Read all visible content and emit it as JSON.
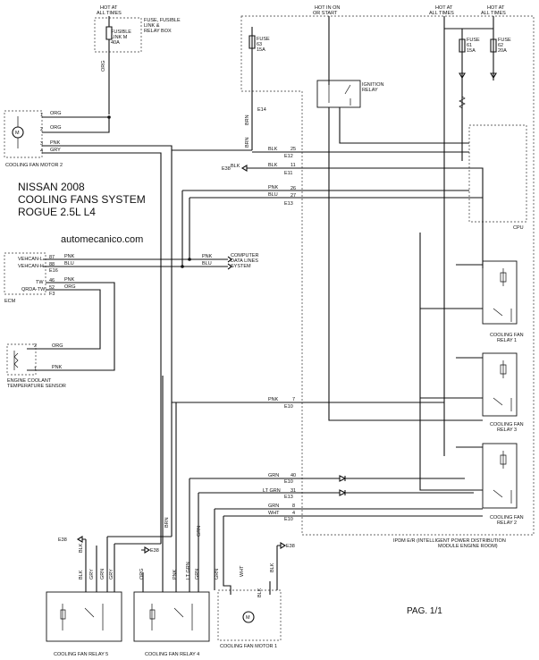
{
  "title": {
    "line1": "NISSAN 2008",
    "line2": "COOLING FANS SYSTEM",
    "line3": "ROGUE 2.5L L4"
  },
  "site": "automecanico.com",
  "page_label": "PAG. 1/1",
  "power": {
    "hot_at_all_times": "HOT AT\nALL TIMES",
    "hot_in_on_or_start": "HOT IN ON\nOR START"
  },
  "labels": {
    "fuse_fusible_box": "FUSE, FUSIBLE\nLINK &\nRELAY BOX",
    "fusible_link_m": "FUSIBLE\nLINK M\n40A",
    "fuse_63": "FUSE\n63\n15A",
    "fuse_61": "FUSE\n61\n15A",
    "fuse_62": "FUSE\n62\n20A",
    "ignition_relay": "IGNITION\nRELAY",
    "cpu": "CPU",
    "cooling_fan_motor_2": "COOLING FAN MOTOR 2",
    "cooling_fan_motor_1": "COOLING FAN MOTOR 1",
    "cooling_fan_relay_1": "COOLING FAN\nRELAY 1",
    "cooling_fan_relay_2": "COOLING FAN\nRELAY 2",
    "cooling_fan_relay_3": "COOLING FAN\nRELAY 3",
    "cooling_fan_relay_4": "COOLING FAN RELAY 4",
    "cooling_fan_relay_5": "COOLING FAN RELAY 5",
    "ecm": "ECM",
    "ect_sensor": "ENGINE COOLANT\nTEMPERATURE SENSOR",
    "computer_data_lines": "COMPUTER\nDATA LINES\nSYSTEM",
    "ipdm": "IPDM E/R (INTELLIGENT POWER DISTRIBUTION\nMODULE ENGINE ROOM)",
    "e38": "E38",
    "vehcan_l": "VEHCAN-L",
    "vehcan_h": "VEHCAN-H",
    "tw": "TW",
    "qrda_tw": "QRDA-TW"
  },
  "wires": {
    "org": "ORG",
    "pnk": "PNK",
    "gry": "GRY",
    "blk": "BLK",
    "blu": "BLU",
    "brn": "BRN",
    "grn": "GRN",
    "wht": "WHT",
    "lt_grn": "LT GRN"
  },
  "pins": {
    "p1": "1",
    "p2": "2",
    "p3": "3",
    "p4": "4",
    "p7": "7",
    "p8": "8",
    "p11": "11",
    "p25": "25",
    "p26": "26",
    "p27": "27",
    "p31": "31",
    "p40": "40",
    "p46": "46",
    "p52": "52",
    "p87": "87",
    "p88": "88"
  },
  "connectors": {
    "e10": "E10",
    "e11": "E11",
    "e12": "E12",
    "e13": "E13",
    "e14": "E14",
    "e16": "E16",
    "e38": "E38",
    "f3": "F3"
  }
}
